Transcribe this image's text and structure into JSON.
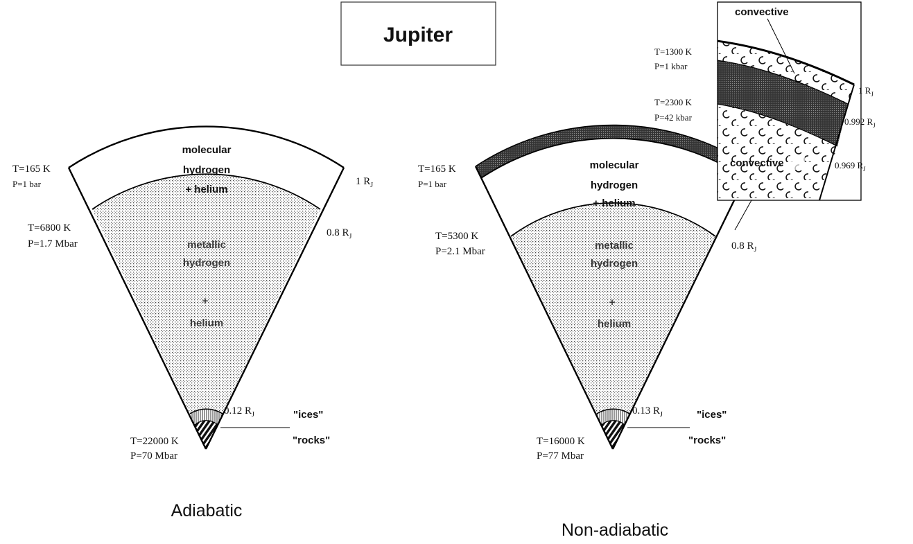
{
  "title": "Jupiter",
  "adiabatic": {
    "caption": "Adiabatic",
    "surface": {
      "T": "T=165 K",
      "P": "P=1 bar",
      "radius": "1 R",
      "radius_sub": "J"
    },
    "boundary": {
      "T": "T=6800 K",
      "P": "P=1.7 Mbar",
      "radius": "0.8 R",
      "radius_sub": "J"
    },
    "core": {
      "T": "T=22000 K",
      "P": "P=70 Mbar",
      "radius": "0.12 R",
      "radius_sub": "J"
    },
    "regions": {
      "outer_line1": "molecular",
      "outer_line2": "hydrogen",
      "outer_line3": "+ helium",
      "inner_line1": "metallic",
      "inner_line2": "hydrogen",
      "inner_line3": "+",
      "inner_line4": "helium"
    },
    "ices": "\"ices\"",
    "rocks": "\"rocks\""
  },
  "nonadiabatic": {
    "caption": "Non-adiabatic",
    "surface": {
      "T": "T=165 K",
      "P": "P=1 bar"
    },
    "boundary": {
      "T": "T=5300 K",
      "P": "P=2.1 Mbar",
      "radius": "0.8 R",
      "radius_sub": "J"
    },
    "core": {
      "T": "T=16000 K",
      "P": "P=77 Mbar",
      "radius": "0.13 R",
      "radius_sub": "J"
    },
    "regions": {
      "outer_line1": "molecular",
      "outer_line2": "hydrogen",
      "outer_line3": "+ helium",
      "inner_line1": "metallic",
      "inner_line2": "hydrogen",
      "inner_line3": "+",
      "inner_line4": "helium"
    },
    "ices": "\"ices\"",
    "rocks": "\"rocks\""
  },
  "inset": {
    "convective_top": "convective",
    "convective_bottom": "convective",
    "upper": {
      "T": "T=1300 K",
      "P": "P=1 kbar"
    },
    "lower": {
      "T": "T=2300 K",
      "P": "P=42 kbar"
    },
    "r1": "1 R",
    "r1_sub": "J",
    "r2": "0.992 R",
    "r2_sub": "J",
    "r3": "0.969 R",
    "r3_sub": "J"
  }
}
